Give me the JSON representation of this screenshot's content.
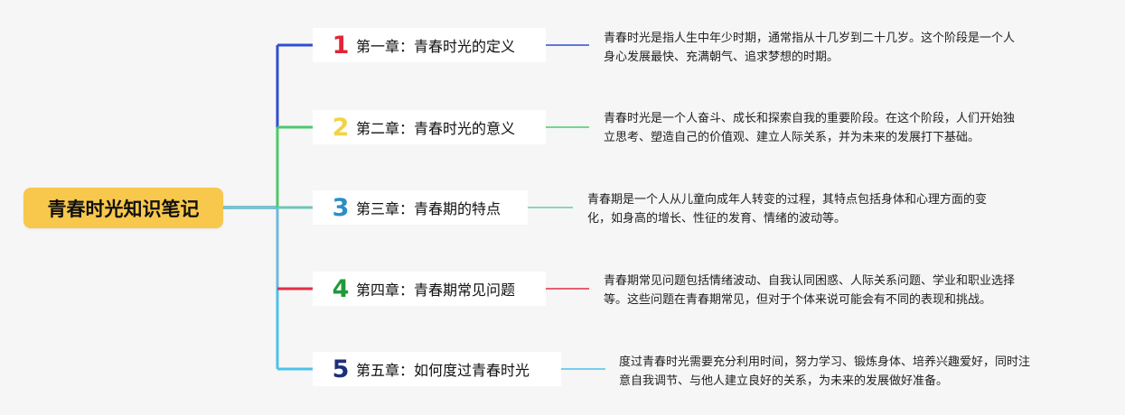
{
  "root": {
    "label": "青春时光知识笔记"
  },
  "chapters": [
    {
      "number": "1",
      "title": "第一章：青春时光的定义",
      "color": "#e0253b",
      "branch_color": "#2e4fd3",
      "desc_lines": [
        "青春时光是指人生中年少时期，通常指从十几岁到二十几岁。这个阶段是一个人",
        "身心发展最快、充满朝气、追求梦想的时期。"
      ]
    },
    {
      "number": "2",
      "title": "第二章：青春时光的意义",
      "color": "#f1d248",
      "branch_color": "#4cc96a",
      "desc_lines": [
        "青春时光是一个人奋斗、成长和探索自我的重要阶段。在这个阶段，人们开始独",
        "立思考、塑造自己的价值观、建立人际关系，并为未来的发展打下基础。"
      ]
    },
    {
      "number": "3",
      "title": "第三章：青春期的特点",
      "color": "#2a8fc4",
      "branch_color": "#6cc6b8",
      "desc_lines": [
        "青春期是一个人从儿童向成年人转变的过程，其特点包括身体和心理方面的变",
        "化，如身高的增长、性征的发育、情绪的波动等。"
      ]
    },
    {
      "number": "4",
      "title": "第四章：青春期常见问题",
      "color": "#1f9a3a",
      "branch_color": "#e22e44",
      "desc_lines": [
        "青春期常见问题包括情绪波动、自我认同困惑、人际关系问题、学业和职业选择",
        "等。这些问题在青春期常见，但对于个体来说可能会有不同的表现和挑战。"
      ]
    },
    {
      "number": "5",
      "title": "第五章：如何度过青春时光",
      "color": "#1b2f7a",
      "branch_color": "#4cc2ea",
      "desc_lines": [
        "度过青春时光需要充分利用时间，努力学习、锻炼身体、培养兴趣爱好，同时注",
        "意自我调节、与他人建立良好的关系，为未来的发展做好准备。"
      ]
    }
  ]
}
